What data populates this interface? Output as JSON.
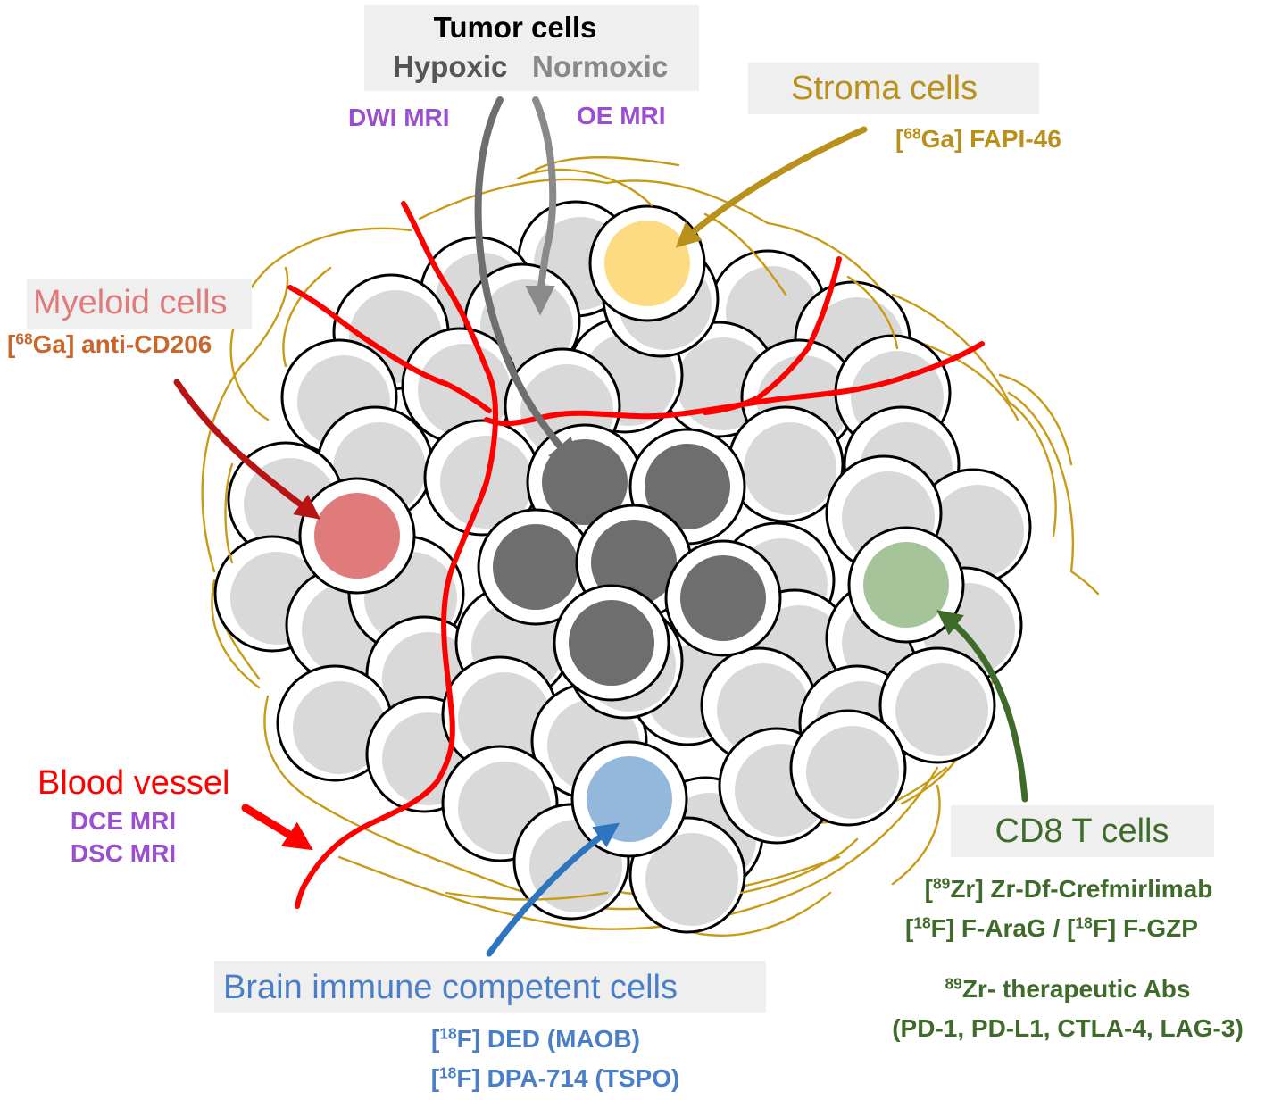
{
  "colors": {
    "vessel": "#ff0000",
    "stroma_fiber": "#c89a16",
    "tumor_fill": "#d9d9d9",
    "hypoxic_fill": "#6e6e6e",
    "myeloid_fill": "#e07b7b",
    "stroma_fill": "#fcdb82",
    "cd8_fill": "#a6c49a",
    "brain_immune_fill": "#94b8dc",
    "mri_purple": "#9a4fd0",
    "myeloid_label": "#e07b7b",
    "myeloid_tracer": "#c9662b",
    "stroma": "#b8901a",
    "cd8": "#3f6b2a",
    "brain_immune": "#4a7fc8",
    "hypoxic_text": "#555555",
    "normoxic_text": "#888888",
    "tumor_arrow": "#6e6e6e"
  },
  "tumor_cells": {
    "title": "Tumor cells",
    "hypoxic": "Hypoxic",
    "normoxic": "Normoxic",
    "hypoxic_mri": "DWI MRI",
    "normoxic_mri": "OE MRI"
  },
  "stroma_cells": {
    "label": "Stroma cells",
    "tracer_sup": "68",
    "tracer": "Ga] FAPI-46"
  },
  "myeloid_cells": {
    "label": "Myeloid cells",
    "tracer_sup": "68",
    "tracer": "Ga] anti-CD206"
  },
  "blood_vessel": {
    "label": "Blood vessel",
    "mri_1": "DCE MRI",
    "mri_2": "DSC MRI"
  },
  "cd8_t_cells": {
    "label": "CD8 T cells",
    "tracer_1_sup": "89",
    "tracer_1": "Zr] Zr-Df-Crefmirlimab",
    "tracer_2a_sup": "18",
    "tracer_2a": "F] F-AraG / [",
    "tracer_2b_sup": "18",
    "tracer_2b": "F] F-GZP",
    "abs_sup": "89",
    "abs_line1": "Zr- therapeutic Abs",
    "abs_line2": "(PD-1, PD-L1, CTLA-4, LAG-3)"
  },
  "brain_immune_cells": {
    "label": "Brain immune competent cells",
    "tracer_1_sup": "18",
    "tracer_1": "F] DED (MAOB)",
    "tracer_2_sup": "18",
    "tracer_2": "F] DPA-714 (TSPO)"
  }
}
